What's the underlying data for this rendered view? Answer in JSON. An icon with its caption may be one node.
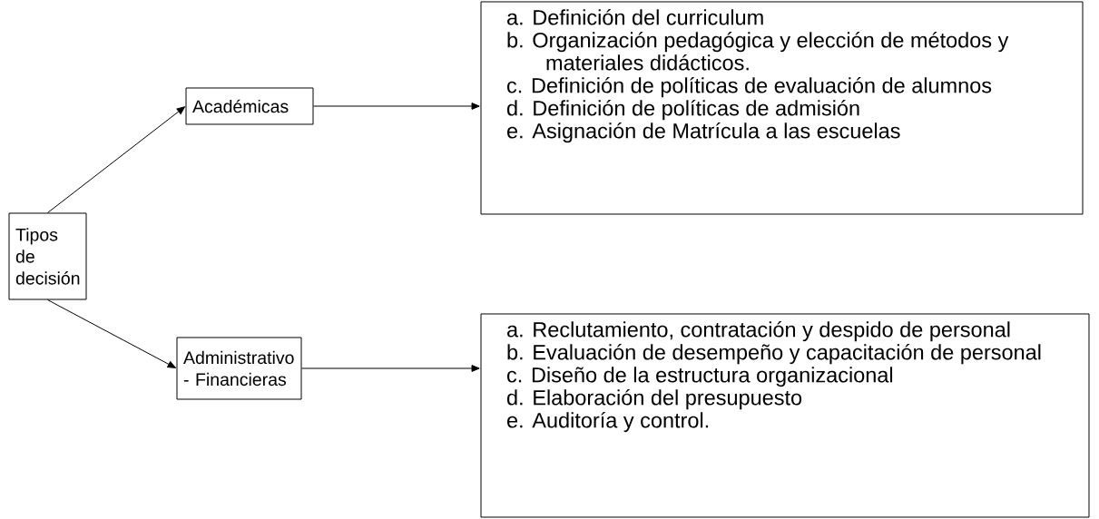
{
  "diagram": {
    "nodes": [
      {
        "text": [
          "Tipos de decisión"
        ]
      },
      {
        "text": [
          "Académicas"
        ]
      },
      {
        "text": [
          "a. Definición del curriculum",
          "b. Organización pedagógica y elección de métodos y materiales didácticos.",
          "c. Definición de políticas de evaluación de alumnos",
          "d. Definición de políticas de admisión",
          "e. Asignación de Matrícula a las escuelas"
        ]
      },
      {
        "text": [
          "Administrativo - Financieras"
        ]
      },
      {
        "text": [
          "a. Reclutamiento, contratación y despido de personal",
          "b. Evaluación de desempeño y capacitación de personal",
          "c. Diseño de la estructura organizacional",
          "d. Elaboración del presupuesto",
          "e. Auditoría y control."
        ]
      }
    ],
    "edges": [
      {
        "from": 0,
        "to": 1,
        "arrow": "to"
      },
      {
        "from": 1,
        "to": 2,
        "arrow": "to"
      },
      {
        "from": 0,
        "to": 3,
        "arrow": "to"
      },
      {
        "from": 3,
        "to": 4,
        "arrow": "to"
      }
    ]
  }
}
